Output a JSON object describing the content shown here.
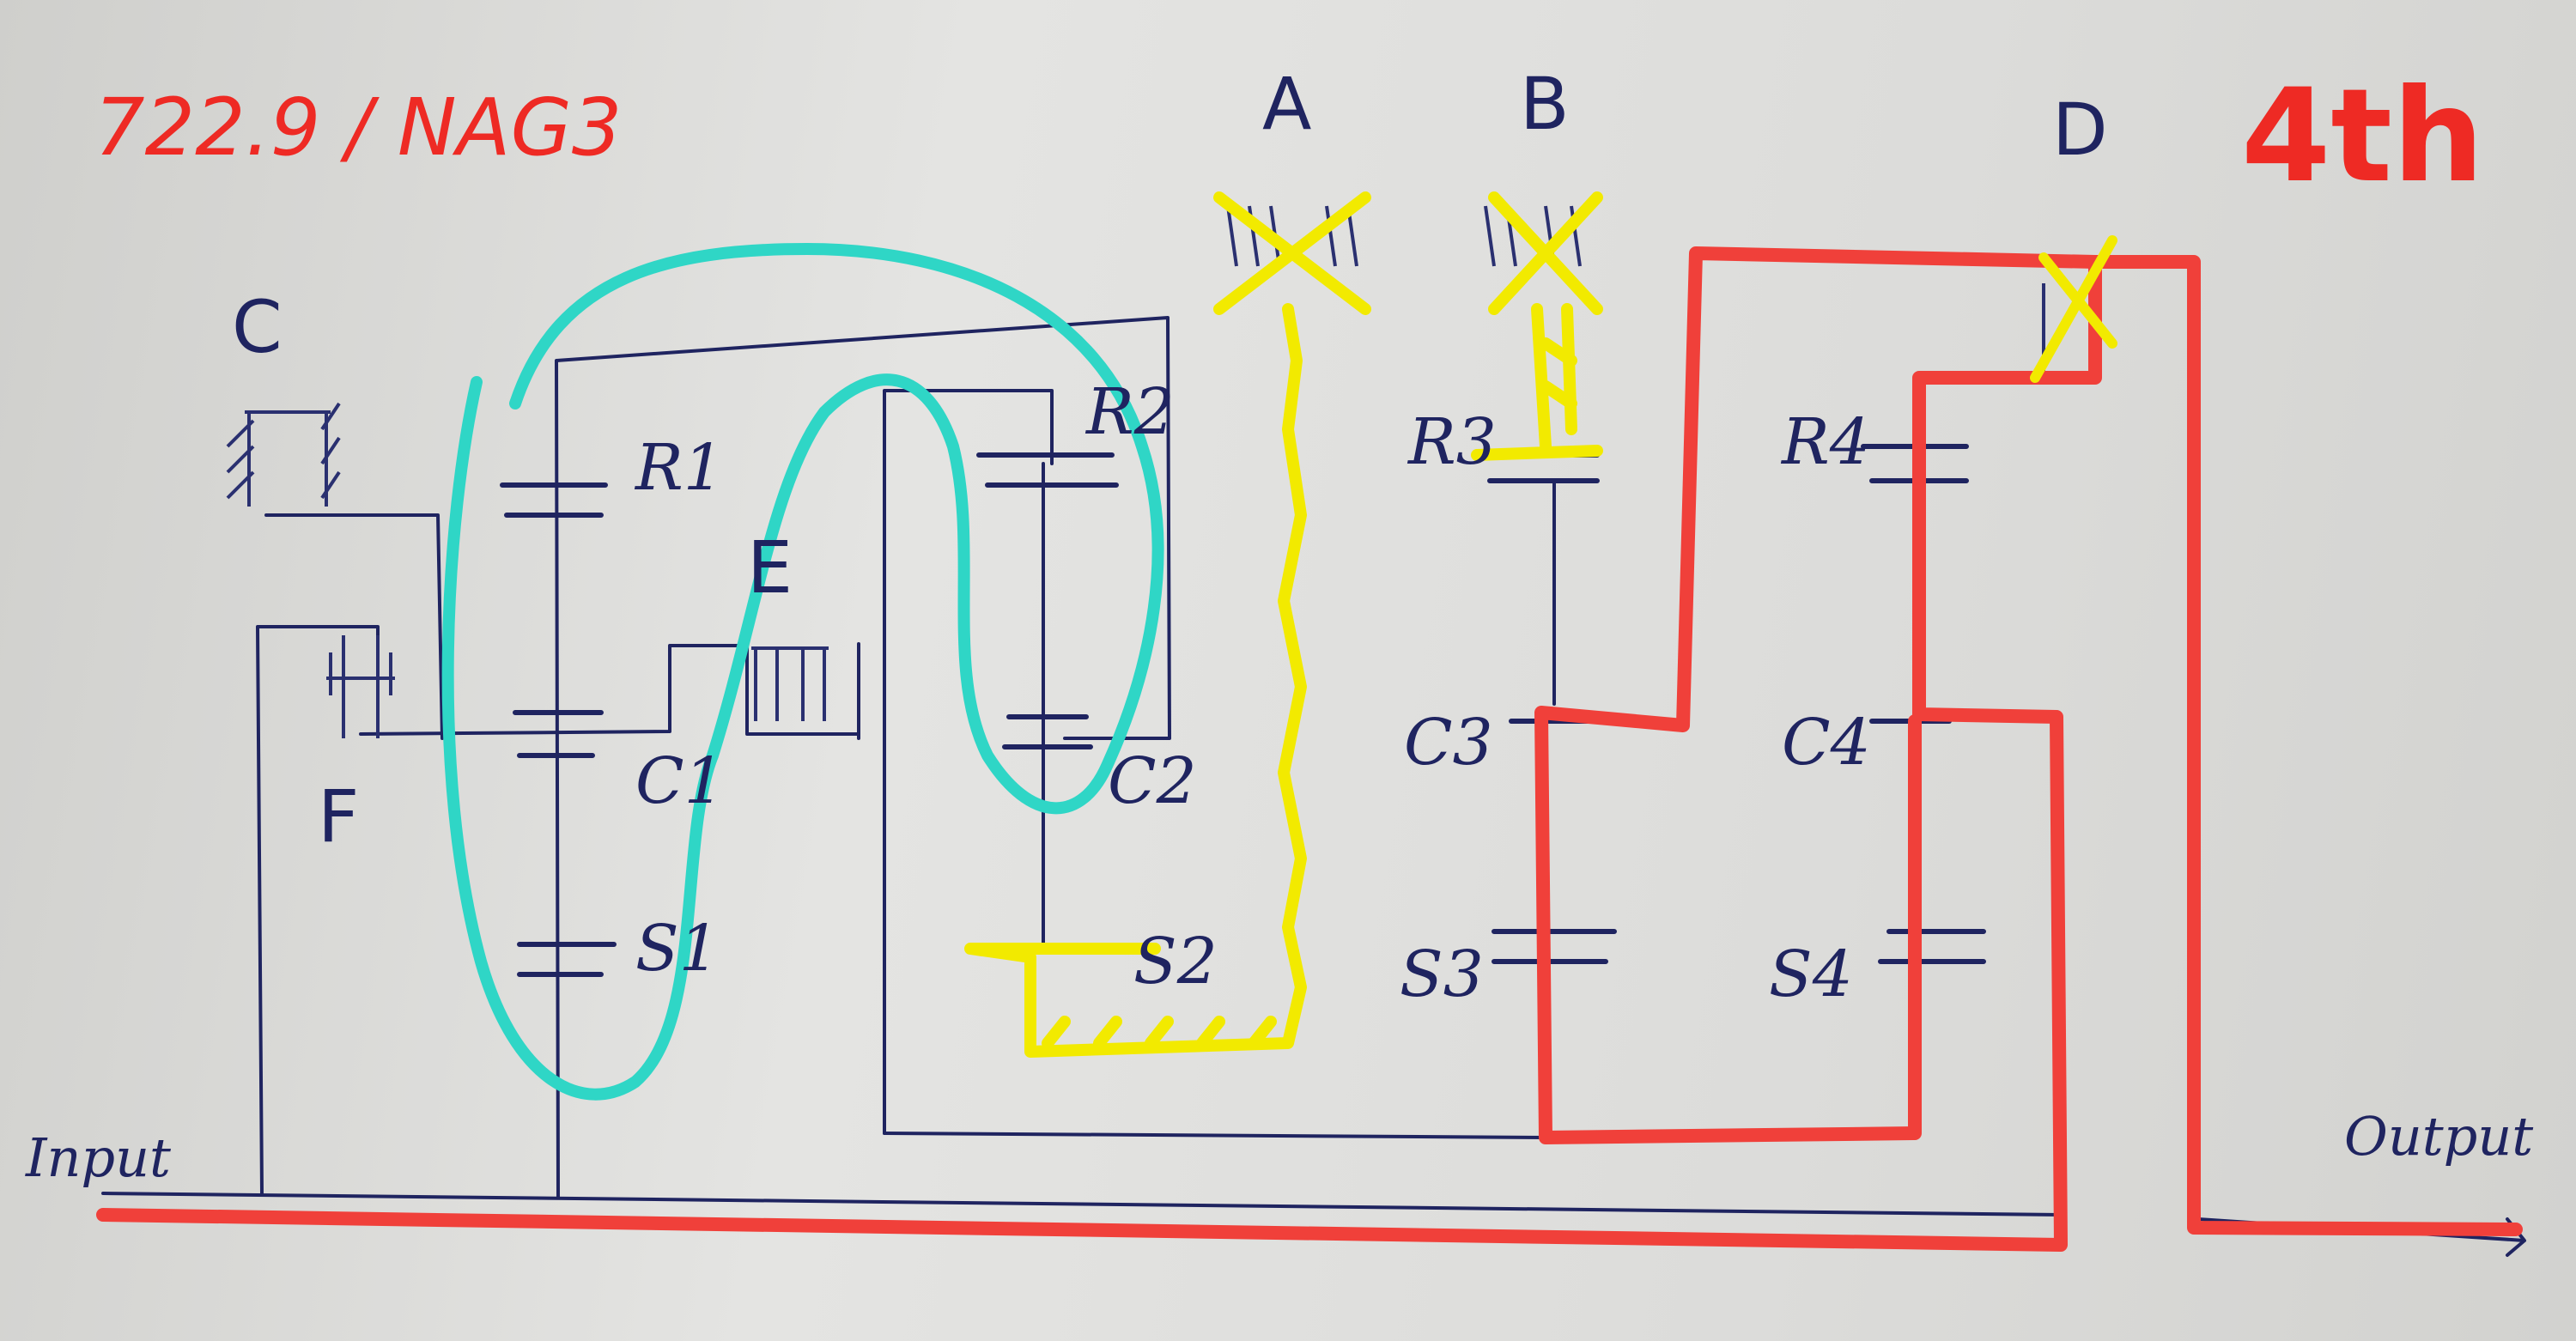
{
  "header": {
    "model": "722.9 / NAG3",
    "gear": "4th"
  },
  "brakes": {
    "A": "A",
    "B": "B",
    "C": "C",
    "D": "D"
  },
  "clutches": {
    "E": "E",
    "F": "F"
  },
  "gearsets": {
    "set1": {
      "ring": "R1",
      "carrier": "C1",
      "sun": "S1"
    },
    "set2": {
      "ring": "R2",
      "carrier": "C2",
      "sun": "S2"
    },
    "set3": {
      "ring": "R3",
      "carrier": "C3",
      "sun": "S3"
    },
    "set4": {
      "ring": "R4",
      "carrier": "C4",
      "sun": "S4"
    }
  },
  "io": {
    "input": "Input",
    "output": "Output"
  },
  "colors": {
    "ink": "#1f2460",
    "power_path": "#f0403a",
    "held": "#f2ea00",
    "free_loop": "#2fd6c6",
    "paper": "#d9d9d7"
  }
}
